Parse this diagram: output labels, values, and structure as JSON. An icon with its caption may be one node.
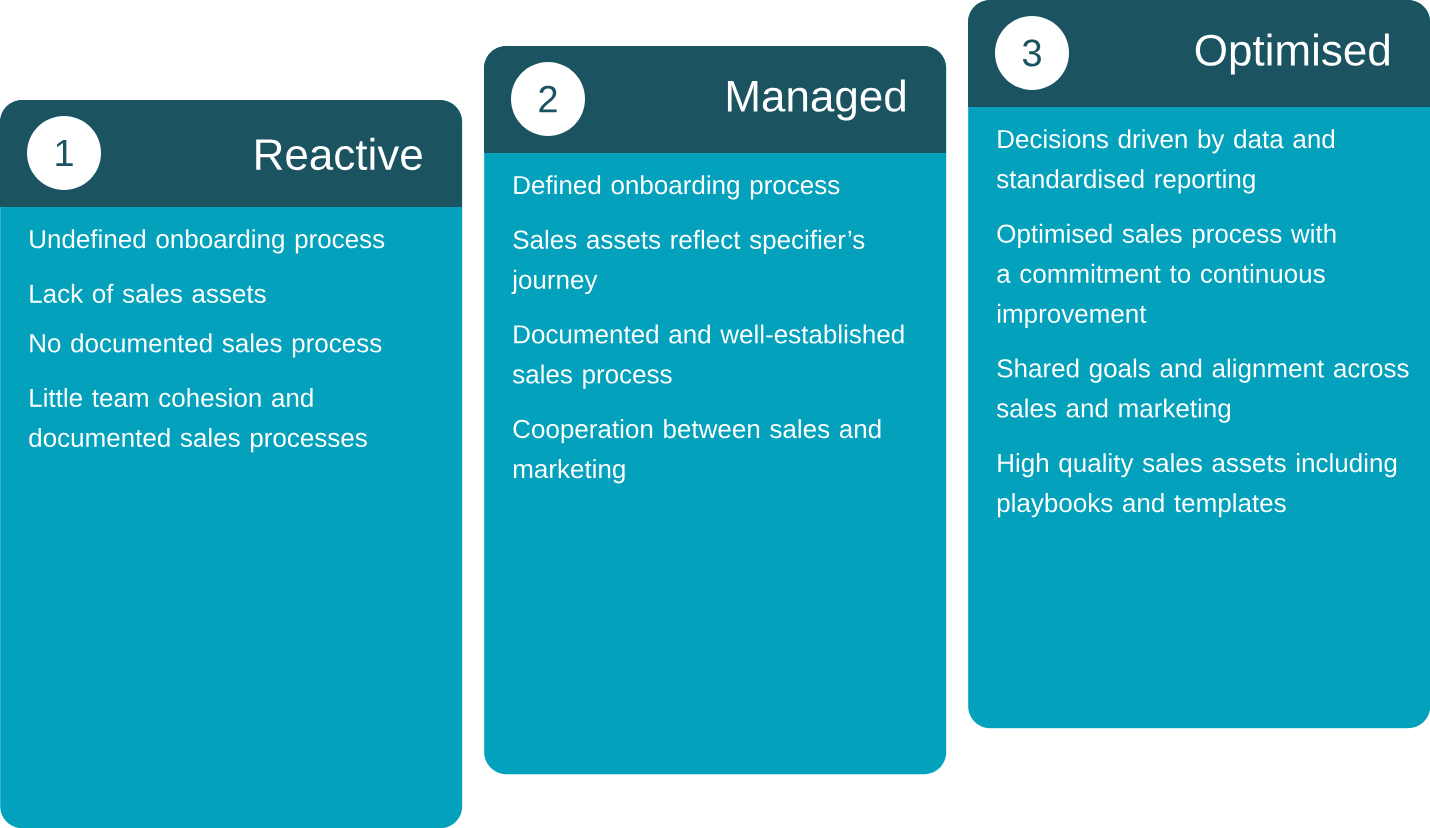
{
  "diagram": {
    "nodes": [
      {
        "text": [
          "Reactive",
          "Undefined onboarding process",
          "Lack of sales assets",
          "No documented sales process",
          "Little team cohesion and documented sales processes"
        ]
      },
      {
        "text": [
          "1"
        ],
        "in": 0
      },
      {
        "text": [
          "Managed",
          "Defined onboarding process",
          "Sales assets reflect specifier’s journey",
          "Documented and well-established sales process",
          "Cooperation between sales and marketing"
        ]
      },
      {
        "text": [
          "2"
        ],
        "in": 2
      },
      {
        "text": [
          "Optimised",
          "Decisions driven by data and standardised reporting",
          "Optimised sales process with a commitment to continuous improvement",
          "Shared goals and alignment across sales and marketing",
          "High quality sales assets including playbooks and templates"
        ]
      },
      {
        "text": [
          "3"
        ],
        "in": 4
      }
    ]
  }
}
